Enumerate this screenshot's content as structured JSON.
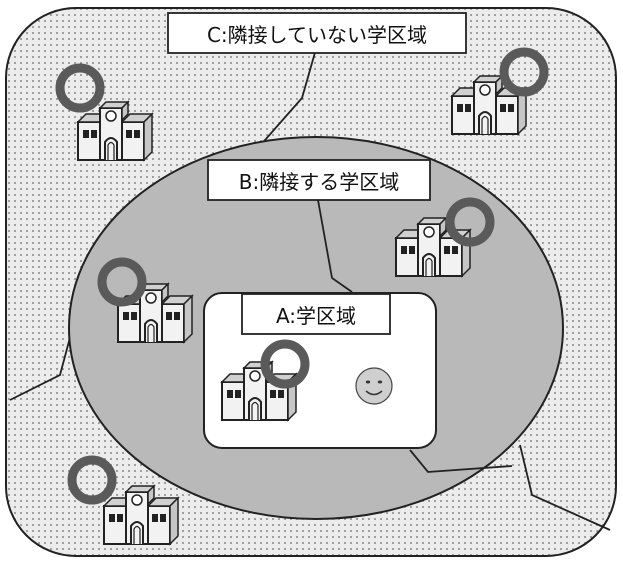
{
  "zones": {
    "c": {
      "label": "C:隣接していない学区域"
    },
    "b": {
      "label": "B:隣接する学区域"
    },
    "a": {
      "label": "A:学区域"
    }
  },
  "icons": {
    "school": "school-building-icon",
    "ring": "circle-ring-icon",
    "face": "smiley-face-icon"
  },
  "colors": {
    "outer_zone_fill": "#ececec",
    "dot_color": "#6a6a6a",
    "middle_zone_fill": "#b9b9b9",
    "inner_zone_fill": "#ffffff",
    "ring_color": "#5a5a5a",
    "building_fill": "#f2f2f2",
    "face_fill": "#cfcfcf",
    "outline": "#222222"
  }
}
